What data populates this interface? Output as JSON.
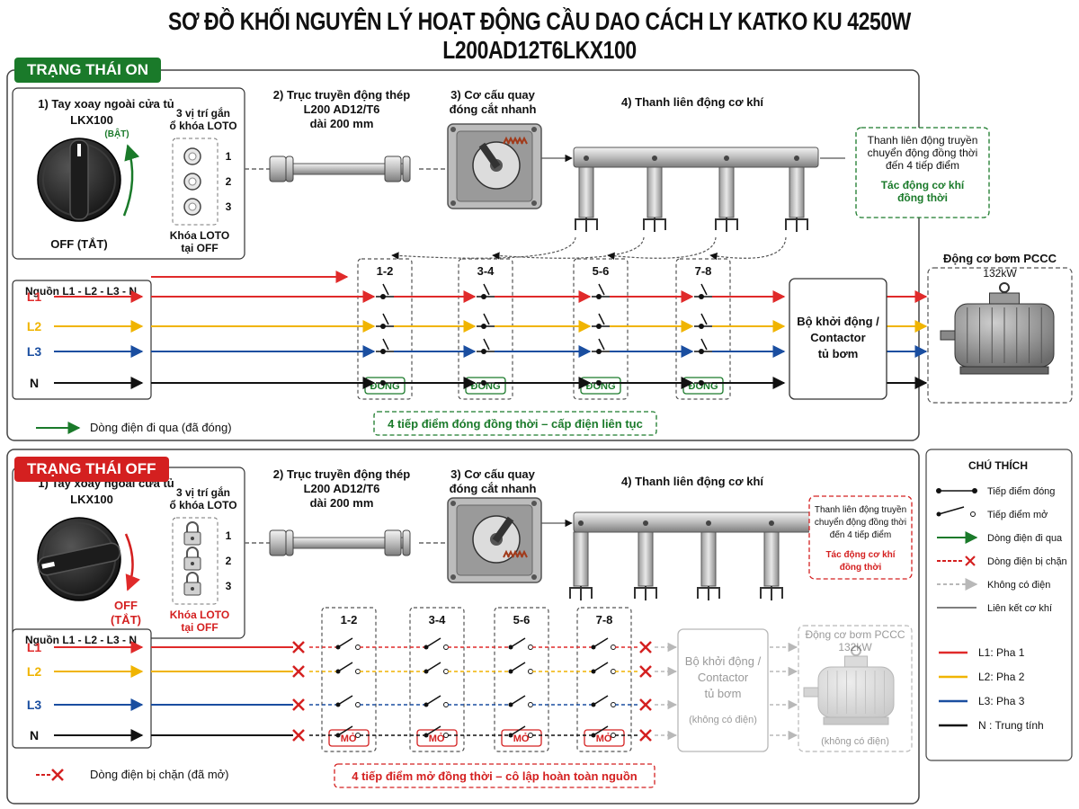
{
  "title": "SƠ ĐỒ KHỐI NGUYÊN LÝ HOẠT ĐỘNG CẦU DAO CÁCH LY KATKO KU 4250W L200AD12T6LKX100",
  "colors": {
    "on": "#1a7a2a",
    "off": "#d42020",
    "L1": "#e02a2a",
    "L2": "#f0b400",
    "L3": "#1a4ea0",
    "N": "#111111",
    "grey": "#b8b8b8"
  },
  "on": {
    "header": "TRẠNG THÁI ON",
    "handle_title_1": "1) Tay xoay ngoài cửa tủ",
    "handle_title_2": "LKX100",
    "handle_on_label": "(BẬT)",
    "handle_off_label": "OFF (TẮT)",
    "loto_title_1": "3 vị trí gắn",
    "loto_title_2": "ổ khóa LOTO",
    "loto_positions": [
      "1",
      "2",
      "3"
    ],
    "loto_note_1": "Khóa LOTO",
    "loto_note_2": "tại OFF",
    "shaft_title_1": "2) Trục truyền động thép",
    "shaft_title_2": "L200 AD12/T6",
    "shaft_title_3": "dài 200 mm",
    "mech_title_1": "3) Cơ cấu quay",
    "mech_title_2": "đóng cắt nhanh",
    "bar_title": "4) Thanh liên động cơ khí",
    "note_1": "Thanh liên động truyền",
    "note_2": "chuyển động đồng thời",
    "note_3": "đến 4 tiếp điểm",
    "note_4": "Tác động cơ khí",
    "note_5": "đồng thời",
    "source_label": "Nguồn L1 - L2 - L3 - N",
    "lines": [
      "L1",
      "L2",
      "L3",
      "N"
    ],
    "contacts": [
      "1-2",
      "3-4",
      "5-6",
      "7-8"
    ],
    "contact_state": "ĐÓNG",
    "starter_1": "Bộ khởi động /",
    "starter_2": "Contactor",
    "starter_3": "tủ bơm",
    "motor_1": "Động cơ bơm PCCC",
    "motor_2": "132kW",
    "legend_flow": "Dòng điện đi qua (đã đóng)",
    "summary": "4 tiếp điểm đóng đồng thời – cấp điện liên tục"
  },
  "off": {
    "header": "TRẠNG THÁI OFF",
    "handle_title_1": "1) Tay xoay ngoài cửa tủ",
    "handle_title_2": "LKX100",
    "handle_off_label_1": "OFF",
    "handle_off_label_2": "(TẮT)",
    "loto_title_1": "3 vị trí gắn",
    "loto_title_2": "ổ khóa LOTO",
    "loto_positions": [
      "1",
      "2",
      "3"
    ],
    "loto_note_1": "Khóa LOTO",
    "loto_note_2": "tại OFF",
    "shaft_title_1": "2) Trục truyền động thép",
    "shaft_title_2": "L200 AD12/T6",
    "shaft_title_3": "dài 200 mm",
    "mech_title_1": "3) Cơ cấu quay",
    "mech_title_2": "đóng cắt nhanh",
    "bar_title": "4) Thanh liên động cơ khí",
    "note_1": "Thanh liên động truyền",
    "note_2": "chuyển động đồng thời",
    "note_3": "đến 4 tiếp điểm",
    "note_4": "Tác động cơ khí",
    "note_5": "đồng thời",
    "source_label": "Nguồn L1 - L2 - L3 - N",
    "lines": [
      "L1",
      "L2",
      "L3",
      "N"
    ],
    "contacts": [
      "1-2",
      "3-4",
      "5-6",
      "7-8"
    ],
    "contact_state": "MỞ",
    "starter_1": "Bộ khởi động /",
    "starter_2": "Contactor",
    "starter_3": "tủ bơm",
    "starter_4": "(không có điện)",
    "motor_1": "Động cơ bơm PCCC",
    "motor_2": "132kW",
    "motor_3": "(không có điện)",
    "legend_flow": "Dòng điện bị chặn (đã mở)",
    "summary": "4 tiếp điểm mở đồng thời – cô lập hoàn toàn nguồn"
  },
  "legend": {
    "title": "CHÚ THÍCH",
    "items": [
      "Tiếp điểm đóng",
      "Tiếp điểm mở",
      "Dòng điện đi qua",
      "Dòng điện bị chặn",
      "Không có điện",
      "Liên kết cơ khí"
    ],
    "phases": [
      "L1:  Pha 1",
      "L2:  Pha 2",
      "L3:  Pha 3",
      "N :  Trung tính"
    ]
  }
}
